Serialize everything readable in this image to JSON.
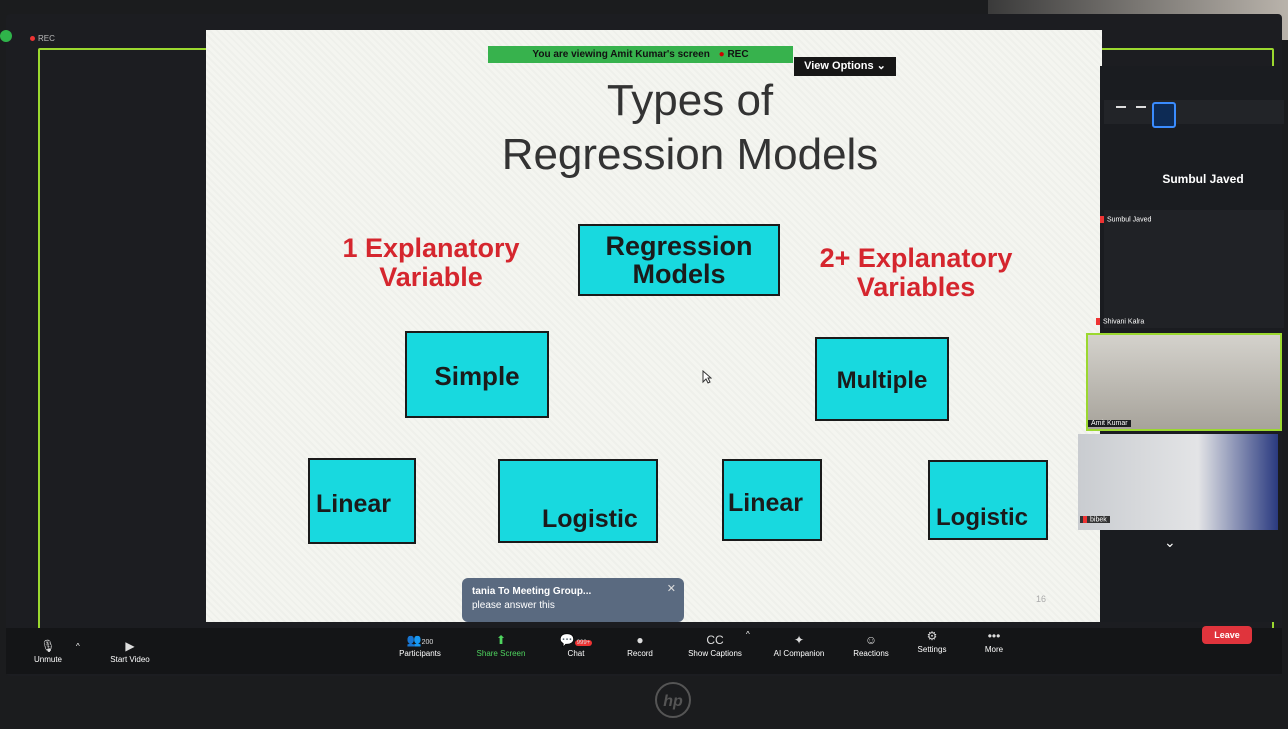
{
  "recording_indicator": "REC",
  "banner": {
    "viewing_text": "You are viewing Amit Kumar's screen",
    "view_options_label": "View Options"
  },
  "slide": {
    "title_line1": "Types of",
    "title_line2": "Regression Models",
    "left_label_line1": "1 Explanatory",
    "left_label_line2": "Variable",
    "right_label_line1": "2+ Explanatory",
    "right_label_line2": "Variables",
    "root_line1": "Regression",
    "root_line2": "Models",
    "simple": "Simple",
    "multiple": "Multiple",
    "leaves": [
      "Linear",
      "Logistic",
      "Linear",
      "Logistic"
    ],
    "page_number": "16"
  },
  "chat_toast": {
    "sender": "tania To Meeting Group...",
    "message": "please answer this"
  },
  "participants_panel": {
    "active_speaker": "Sumbul Javed",
    "tiles": [
      "Sumbul Javed",
      "Shivani Kalra",
      "Amit Kumar",
      "bibek"
    ]
  },
  "toolbar": {
    "unmute": "Unmute",
    "start_video": "Start Video",
    "participants": "Participants",
    "participants_count": "200",
    "share_screen": "Share Screen",
    "chat": "Chat",
    "chat_badge": "999+",
    "record": "Record",
    "show_captions": "Show Captions",
    "ai_companion": "AI Companion",
    "reactions": "Reactions",
    "settings": "Settings",
    "more": "More",
    "leave": "Leave"
  },
  "colors": {
    "accent_green": "#37b24d",
    "node_fill": "#18d9df",
    "label_red": "#d5262e",
    "leave_red": "#e0343c"
  }
}
